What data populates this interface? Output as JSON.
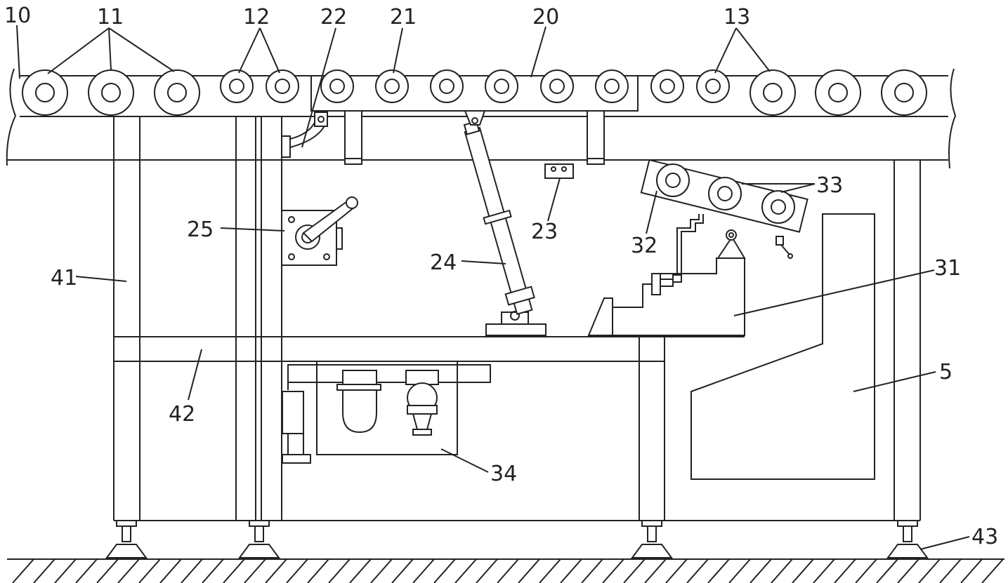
{
  "labels": {
    "l10": "10",
    "l11": "11",
    "l12": "12",
    "l22": "22",
    "l21": "21",
    "l20": "20",
    "l13": "13",
    "l33": "33",
    "l25": "25",
    "l23": "23",
    "l32": "32",
    "l24": "24",
    "l41": "41",
    "l31": "31",
    "l42": "42",
    "l5": "5",
    "l34": "34",
    "l43": "43"
  }
}
